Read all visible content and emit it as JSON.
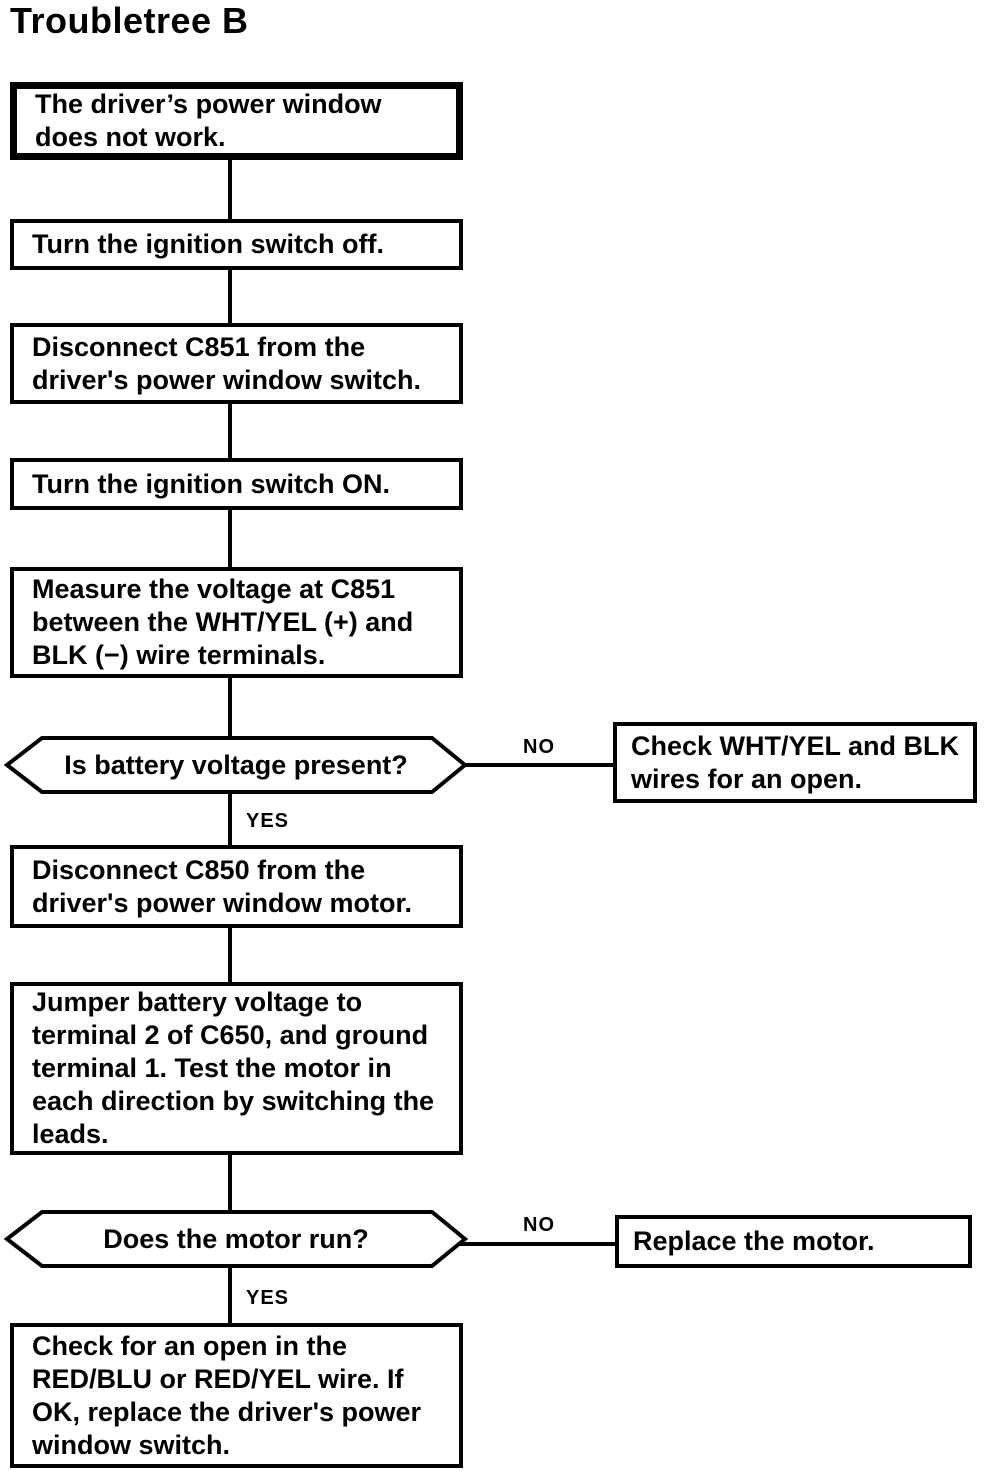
{
  "title": "Troubletree B",
  "flowchart": {
    "start": "The driver’s power window\ndoes not work.",
    "steps": {
      "s1": "Turn the ignition switch off.",
      "s2": "Disconnect C851 from the\ndriver's power window switch.",
      "s3": "Turn the ignition switch ON.",
      "s4": "Measure the voltage at C851\nbetween the WHT/YEL (+) and\nBLK (−) wire terminals.",
      "s5": "Disconnect C850 from the\ndriver's power window motor.",
      "s6": "Jumper battery voltage to\nterminal 2 of C650, and ground\nterminal 1. Test the motor in\neach direction by switching the\nleads.",
      "s7": "Check for an open in the\nRED/BLU or RED/YEL wire. If\nOK, replace the driver's power\nwindow switch."
    },
    "decisions": {
      "d1": "Is battery voltage present?",
      "d2": "Does the motor run?"
    },
    "outcomes": {
      "o1": "Check WHT/YEL and BLK\nwires for an open.",
      "o2": "Replace the motor."
    },
    "labels": {
      "yes": "YES",
      "no": "NO"
    },
    "colors": {
      "line": "#000000",
      "background": "#ffffff"
    }
  }
}
